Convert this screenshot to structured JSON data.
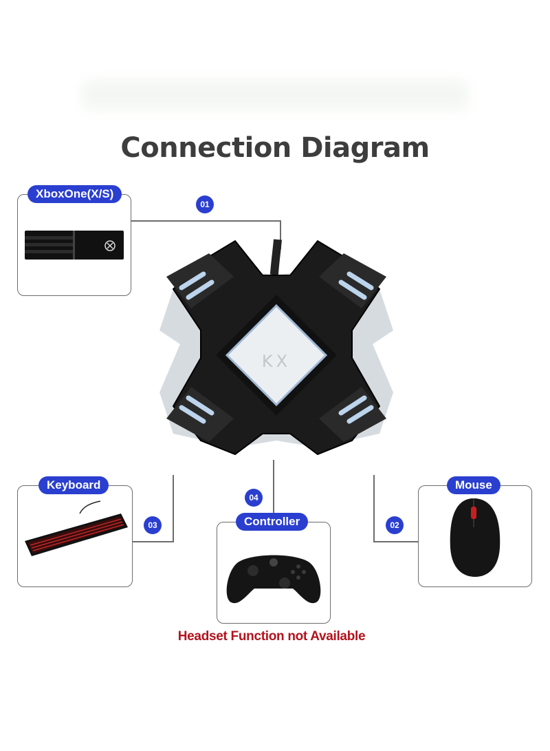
{
  "title": "Connection Diagram",
  "hub": {
    "label": "KX"
  },
  "devices": {
    "xbox": {
      "label": "XboxOne(X/S)",
      "port": "01"
    },
    "mouse": {
      "label": "Mouse",
      "port": "02"
    },
    "keyboard": {
      "label": "Keyboard",
      "port": "03"
    },
    "controller": {
      "label": "Controller",
      "port": "04"
    }
  },
  "note": "Headset Function not Available",
  "colors": {
    "accent": "#2a3fcf",
    "warning": "#b3121b",
    "title": "#3d3d3d",
    "connector": "#6c6c6c"
  }
}
